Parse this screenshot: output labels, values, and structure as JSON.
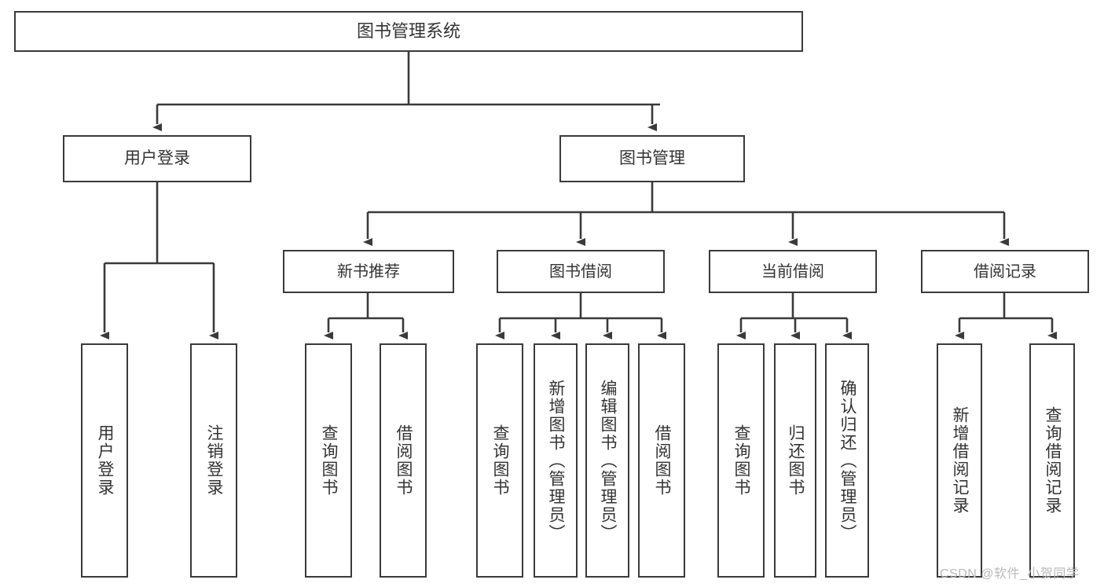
{
  "diagram": {
    "title": "图书管理系统",
    "watermark": "CSDN @软件_小贺同学",
    "colors": {
      "box_border": "#3a3a3a",
      "box_fill": "#ffffff",
      "connector": "#3a3a3a",
      "text": "#333333",
      "watermark": "#b9b9b9",
      "background": "#ffffff"
    },
    "levels": {
      "root": "图书管理系统",
      "level2": [
        "用户登录",
        "图书管理"
      ],
      "level3": [
        "新书推荐",
        "图书借阅",
        "当前借阅",
        "借阅记录"
      ]
    },
    "nodes": {
      "root": "图书管理系统",
      "login": "用户登录",
      "bookmgmt": "图书管理",
      "newbook": "新书推荐",
      "borrow": "图书借阅",
      "current": "当前借阅",
      "record": "借阅记录",
      "leaf_userlogin": "用户登录",
      "leaf_logout": "注销登录",
      "leaf_nb_query": "查询图书",
      "leaf_nb_borrow": "借阅图书",
      "leaf_bb_query": "查询图书",
      "leaf_bb_add": "新增图书（管理员）",
      "leaf_bb_edit": "编辑图书（管理员）",
      "leaf_bb_borrow": "借阅图书",
      "leaf_cb_query": "查询图书",
      "leaf_cb_return": "归还图书",
      "leaf_cb_confirm": "确认归还（管理员）",
      "leaf_br_add": "新增借阅记录",
      "leaf_br_query": "查询借阅记录"
    },
    "tree": {
      "name": "图书管理系统",
      "children": [
        {
          "name": "用户登录",
          "children": [
            {
              "name": "用户登录"
            },
            {
              "name": "注销登录"
            }
          ]
        },
        {
          "name": "图书管理",
          "children": [
            {
              "name": "新书推荐",
              "children": [
                {
                  "name": "查询图书"
                },
                {
                  "name": "借阅图书"
                }
              ]
            },
            {
              "name": "图书借阅",
              "children": [
                {
                  "name": "查询图书"
                },
                {
                  "name": "新增图书（管理员）"
                },
                {
                  "name": "编辑图书（管理员）"
                },
                {
                  "name": "借阅图书"
                }
              ]
            },
            {
              "name": "当前借阅",
              "children": [
                {
                  "name": "查询图书"
                },
                {
                  "name": "归还图书"
                },
                {
                  "name": "确认归还（管理员）"
                }
              ]
            },
            {
              "name": "借阅记录",
              "children": [
                {
                  "name": "新增借阅记录"
                },
                {
                  "name": "查询借阅记录"
                }
              ]
            }
          ]
        }
      ]
    }
  }
}
